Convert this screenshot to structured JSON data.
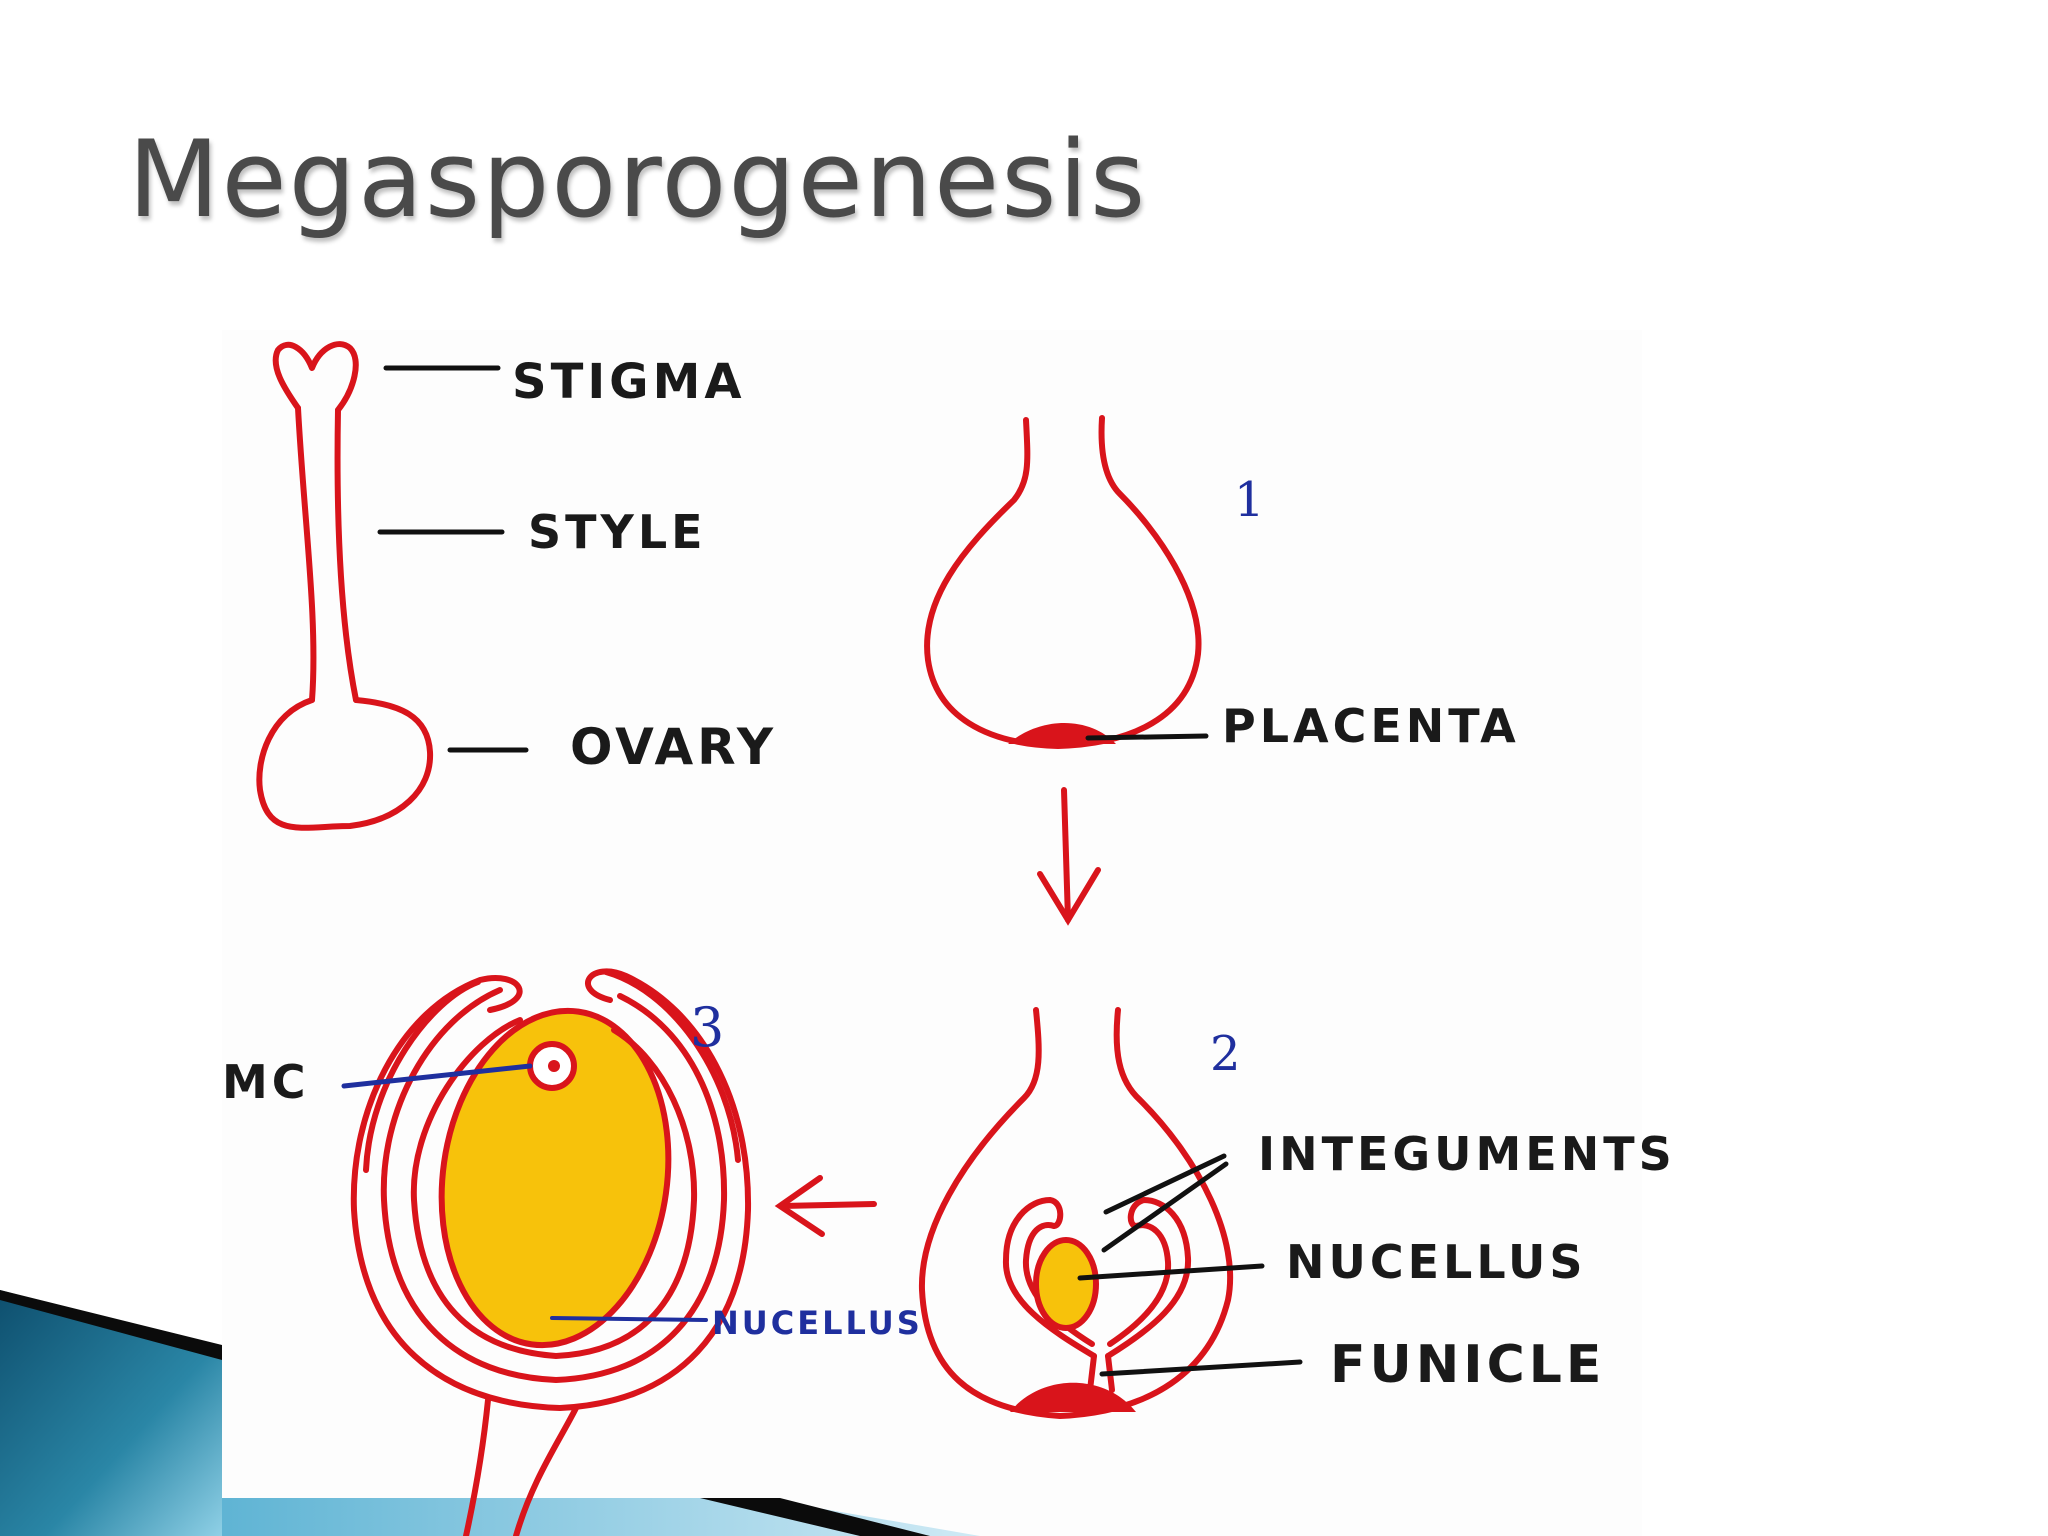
{
  "slide": {
    "title": "Megasporogenesis"
  },
  "diagram": {
    "pistil_labels": {
      "stigma": "STIGMA",
      "style": "STYLE",
      "ovary": "OVARY"
    },
    "stage_numbers": {
      "one": "1",
      "two": "2",
      "three": "3"
    },
    "stage1_labels": {
      "placenta": "PLACENTA"
    },
    "stage2_labels": {
      "integuments": "INTEGUMENTS",
      "nucellus": "NUCELLUS",
      "funicle": "FUNICLE"
    },
    "stage3_labels": {
      "mmc": "MC",
      "nucellus": "NUCELLUS"
    },
    "colors": {
      "outline": "#d9141b",
      "nucellus_fill": "#f7c20b",
      "label_blue": "#1f2f9e",
      "ink": "#1a1a1a",
      "corner_teal": "#1b6f8e"
    }
  }
}
